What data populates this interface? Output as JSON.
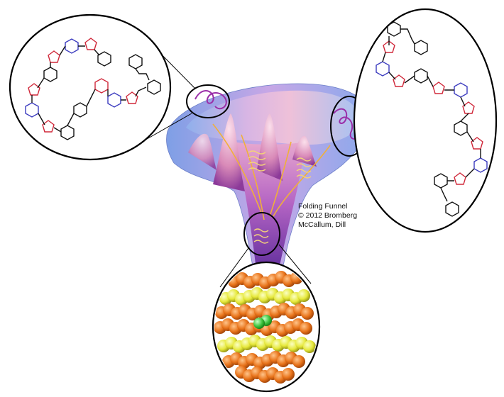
{
  "caption": {
    "line1": "Folding Funnel",
    "line2": "© 2012 Bromberg",
    "line3": "McCallum, Dill"
  },
  "colors": {
    "benzene_blue": "#3b3bbf",
    "triazole_red": "#d0283a",
    "azo_black": "#111111",
    "funnel_purple": "#8a3db0",
    "funnel_pink": "#e6a3c8",
    "funnel_blue": "#9ab6ee",
    "sphere_orange": "#e8731a",
    "sphere_yellow": "#e6e83a",
    "sphere_green": "#3ec43e"
  },
  "icons": {
    "funnel": "energy-landscape-funnel",
    "helix": "helical-bundle",
    "sphere_model": "space-filling-helix-model"
  },
  "callouts": [
    "left-unfolded-chain",
    "right-unfolded-chain",
    "bottom-folded-helix"
  ]
}
